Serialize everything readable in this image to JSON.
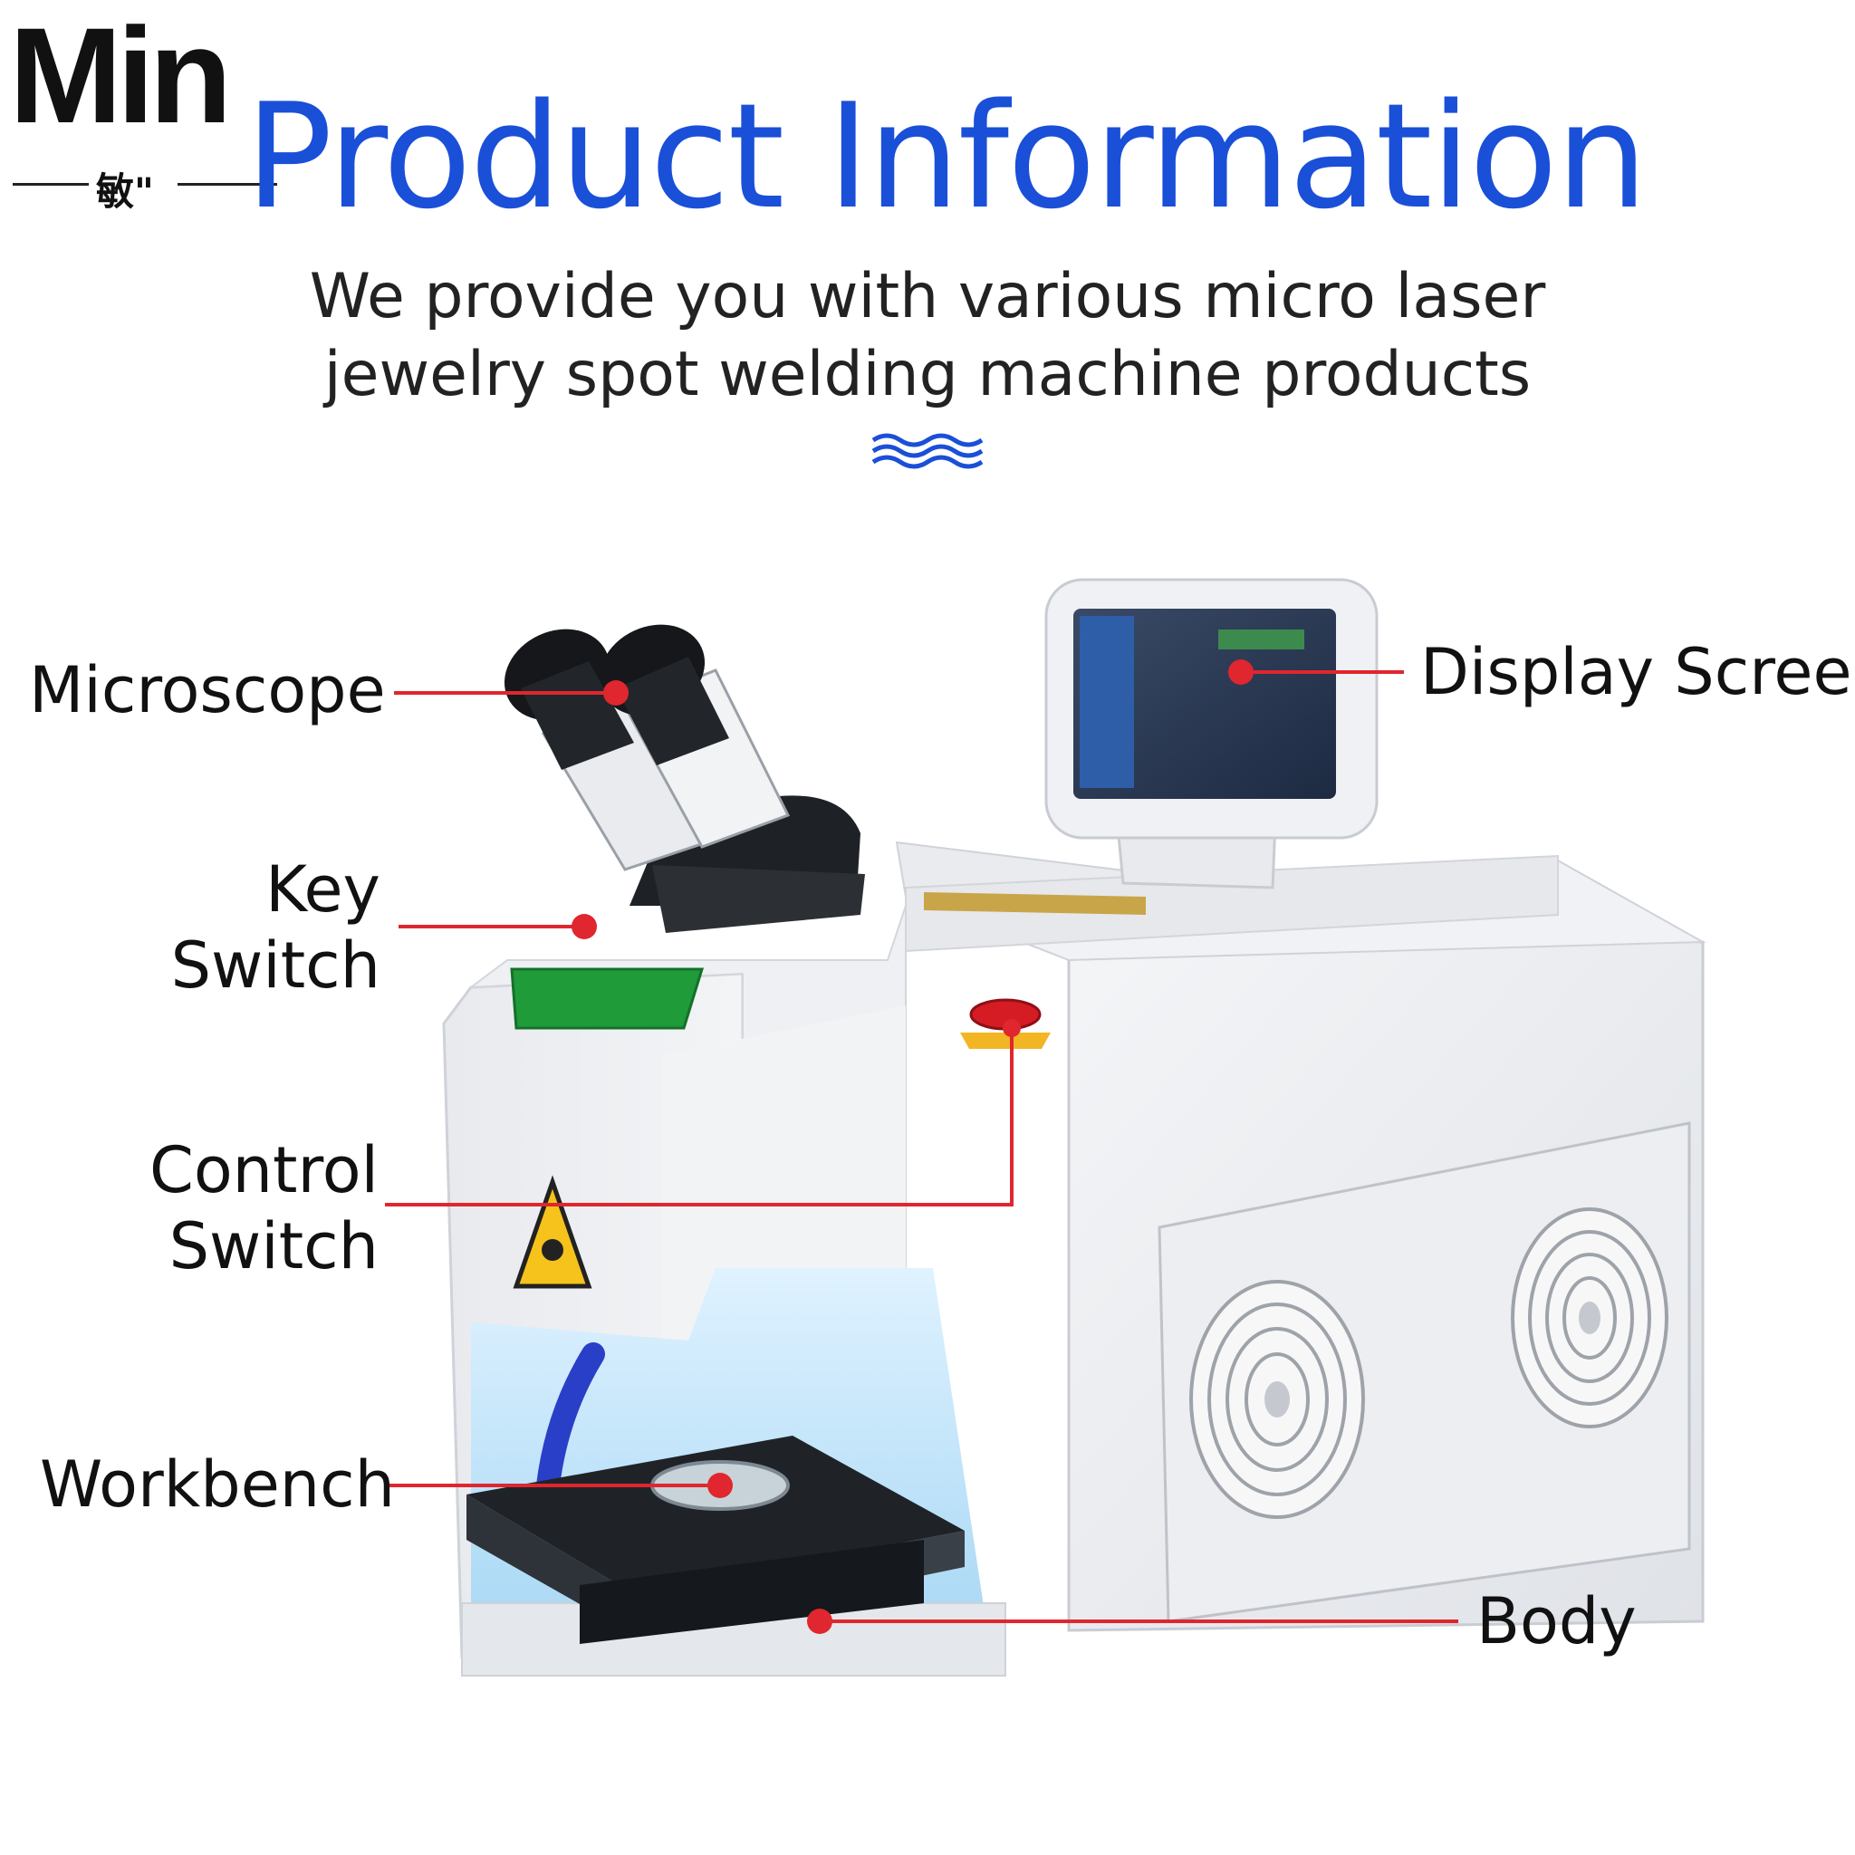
{
  "brand": {
    "logo_word": "Min",
    "logo_sub": "敏\""
  },
  "header": {
    "title": "Product Information",
    "subtitle_line1": "We provide you with various micro laser",
    "subtitle_line2": "jewelry spot welding machine products"
  },
  "diagram": {
    "labels": {
      "microscope": "Microscope",
      "key_switch_line1": "Key",
      "key_switch_line2": "Switch",
      "control_switch_line1": "Control",
      "control_switch_line2": "Switch",
      "workbench": "Workbench",
      "display_screen": "Display Screen",
      "body": "Body"
    },
    "colors": {
      "accent": "#1a4fd8",
      "leader": "#e0262e",
      "machine": "#eef0f3"
    }
  }
}
